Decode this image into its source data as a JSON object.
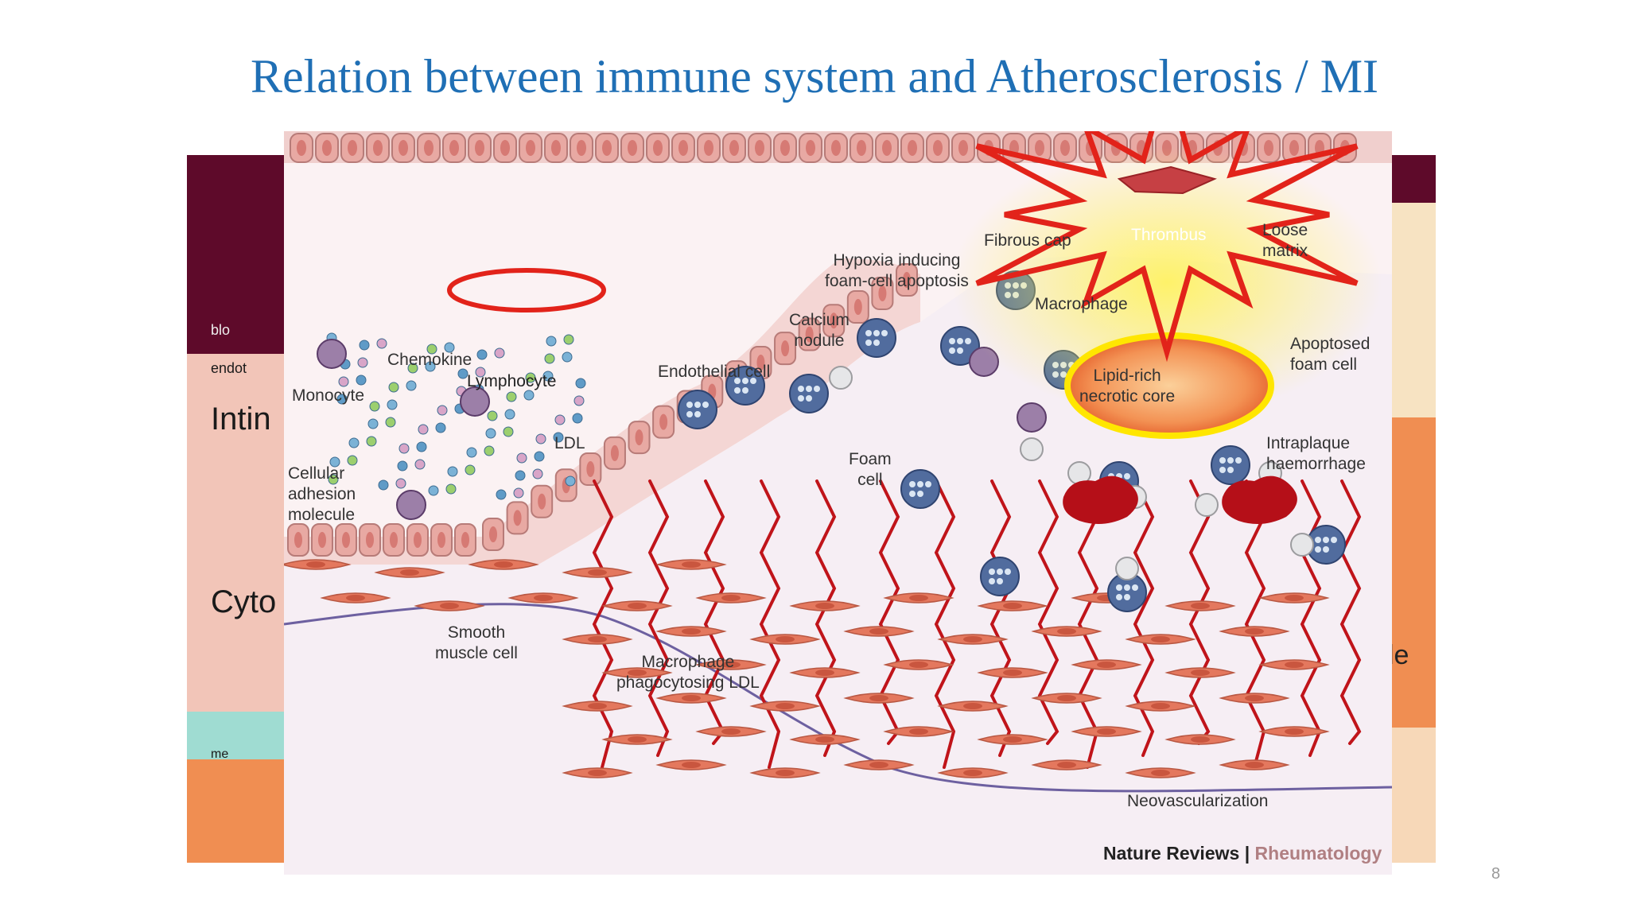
{
  "slide": {
    "title": "Relation between immune system and Atherosclerosis / MI",
    "page_number": "8"
  },
  "background_fragments": {
    "left": [
      "blo",
      "endot",
      "Intin",
      "Cyto",
      "me"
    ],
    "right": [
      "le"
    ]
  },
  "figure": {
    "labels": {
      "monocyte": "Monocyte",
      "chemokine": "Chemokine",
      "lymphocyte": "Lymphocyte",
      "ldl": "LDL",
      "cellular_adhesion": "Cellular\nadhesion\nmolecule",
      "endothelial": "Endothelial cell",
      "calcium": "Calcium\nnodule",
      "hypoxia": "Hypoxia inducing\nfoam-cell apoptosis",
      "fibrous_cap": "Fibrous cap",
      "thrombus": "Thrombus",
      "loose_matrix": "Loose\nmatrix",
      "macrophage": "Macrophage",
      "lipid_core": "Lipid-rich\nnecrotic core",
      "apoptosed": "Apoptosed\nfoam cell",
      "foam_cell": "Foam\ncell",
      "intraplaque": "Intraplaque\nhaemorrhage",
      "smooth_muscle": "Smooth\nmuscle cell",
      "macrophage_ldl": "Macrophage\nphagocytosing LDL",
      "neovascularization": "Neovascularization"
    },
    "credit_source": "Nature Reviews",
    "credit_separator": "|",
    "credit_journal": "Rheumatology"
  },
  "colors": {
    "title": "#1f6fb5",
    "annotation": "#e2231a",
    "highlight_ring": "#ffe600",
    "endothelium": "#e8a9a3",
    "vessels": "#c0141a"
  }
}
